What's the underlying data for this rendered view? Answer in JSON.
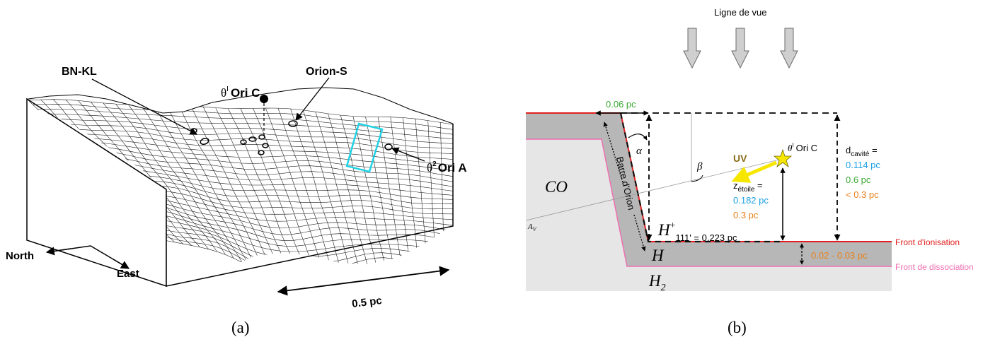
{
  "panel_a": {
    "caption": "(a)",
    "labels": {
      "bnkl": "BN-KL",
      "theta1_symbol": "θ",
      "theta1_sup": "I",
      "theta1_name": "Ori C",
      "orion_s": "Orion-S",
      "theta2_symbol": "θ",
      "theta2_sup": "2",
      "theta2_name": "Ori A",
      "north": "North",
      "east": "East",
      "scale": "0.5 pc"
    },
    "colors": {
      "mesh": "#111111",
      "highlight": "#22d3e6"
    }
  },
  "panel_b": {
    "caption": "(b)",
    "line_of_sight": "Ligne de vue",
    "width_label": "0.06 pc",
    "alpha": "α",
    "beta": "β",
    "uv": "UV",
    "star_symbol": "θ",
    "star_sup": "I",
    "star_name": "Ori C",
    "co": "CO",
    "barre": "Barre d'Orion",
    "av": "A",
    "av_sub": "V",
    "h_plus": "H",
    "h_plus_sup": "+",
    "h_plus_sub": "111'",
    "h_plus_value": " = 0.223 pc",
    "h": "H",
    "h2": "H",
    "h2_sub": "2",
    "z_star": {
      "label": "z",
      "sub": "étoile",
      "eq": " =",
      "values": [
        "0.182 pc",
        "0.3 pc"
      ]
    },
    "d_cavity": {
      "label": "d",
      "sub": "cavité",
      "eq": " =",
      "values": [
        "0.114 pc",
        "0.6 pc",
        "< 0.3 pc"
      ]
    },
    "thickness": "0.02 - 0.03 pc",
    "ionisation_front": "Front d'ionisation",
    "dissociation_front": "Front de dissociation",
    "colors": {
      "blue": "#1aa0e6",
      "green": "#3aa832",
      "orange": "#e8801a",
      "red": "#e02020",
      "pink": "#ee6fb0",
      "uv": "#8a6d1a",
      "dark_gray": "#b7b7b7",
      "light_gray": "#e6e6e6",
      "star": "#f6e600"
    }
  }
}
